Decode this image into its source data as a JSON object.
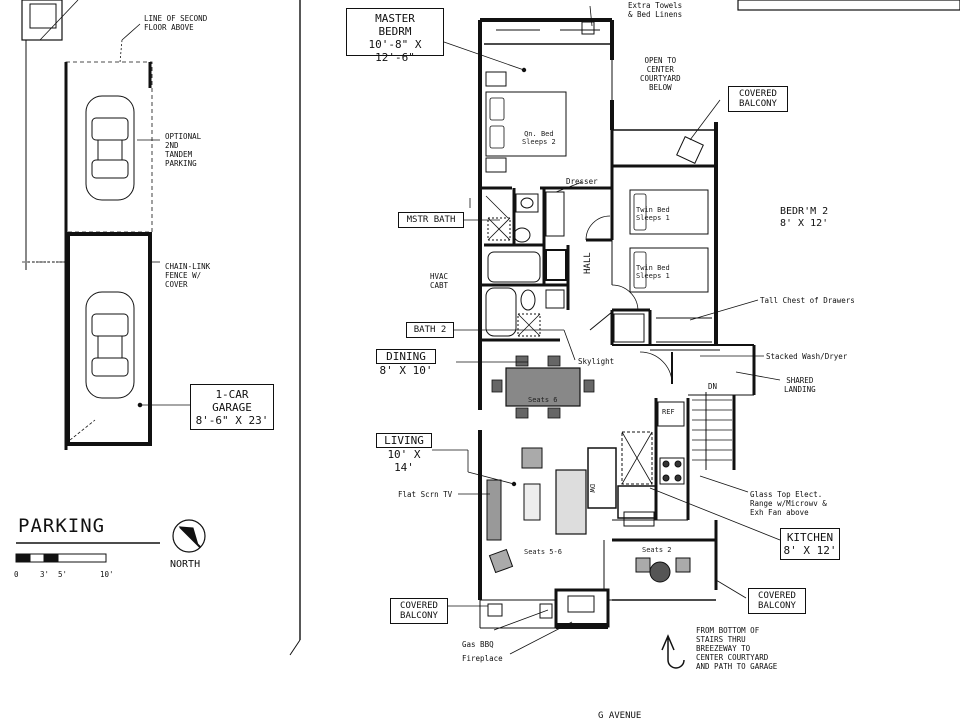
{
  "parking": {
    "line_second_floor": [
      "LINE OF SECOND",
      "FLOOR ABOVE"
    ],
    "optional_parking": [
      "OPTIONAL",
      "2ND",
      "TANDEM",
      "PARKING"
    ],
    "fence": [
      "CHAIN-LINK",
      "FENCE W/",
      "COVER"
    ],
    "garage": [
      "1-CAR",
      "GARAGE",
      "8'-6\" X 23'"
    ],
    "title": "PARKING",
    "scale_ticks": [
      "0",
      "3'",
      "5'",
      "10'"
    ],
    "north": "NORTH"
  },
  "plan": {
    "master": [
      "MASTER",
      "BEDRM",
      "10'-8\" X 12'-6\""
    ],
    "extra_towels": [
      "Extra Towels",
      "& Bed Linens"
    ],
    "open_courtyard": [
      "OPEN TO",
      "CENTER",
      "COURTYARD",
      "BELOW"
    ],
    "covered_balcony_top": [
      "COVERED",
      "BALCONY"
    ],
    "qn_bed": [
      "Qn. Bed",
      "Sleeps 2"
    ],
    "dresser": "Dresser",
    "mstr_bath": "MSTR BATH",
    "hvac": [
      "HVAC",
      "CABT"
    ],
    "hall": "HALL",
    "bath2": "BATH 2",
    "skylight": "Skylight",
    "bedrm2": [
      "BEDR'M 2",
      "8' X 12'"
    ],
    "twin_bed_1": [
      "Twin Bed",
      "Sleeps 1"
    ],
    "twin_bed_2": [
      "Twin Bed",
      "Sleeps 1"
    ],
    "tall_chest": "Tall Chest of Drawers",
    "stacked_wash": "Stacked Wash/Dryer",
    "shared_landing": [
      "SHARED",
      "LANDING"
    ],
    "dn": "DN",
    "dining": [
      "DINING",
      "8' X 10'"
    ],
    "seats6": "Seats 6",
    "ref": "REF",
    "dw": "DW",
    "living": [
      "LIVING",
      "10' X 14'"
    ],
    "flat_tv": "Flat Scrn TV",
    "glass_top": [
      "Glass Top Elect.",
      "Range w/Microwv &",
      "Exh Fan above"
    ],
    "kitchen": [
      "KITCHEN",
      "8' X 12'"
    ],
    "seats56": "Seats 5-6",
    "seats2": "Seats 2",
    "covered_balcony_right": [
      "COVERED",
      "BALCONY"
    ],
    "covered_balcony_left": [
      "COVERED",
      "BALCONY"
    ],
    "gas_bbq": "Gas BBQ",
    "fireplace": "Fireplace",
    "from_stairs": [
      "FROM BOTTOM OF",
      "STAIRS THRU",
      "BREEZEWAY TO",
      "CENTER COURTYARD",
      "AND PATH TO GARAGE"
    ],
    "street": "G AVENUE"
  }
}
